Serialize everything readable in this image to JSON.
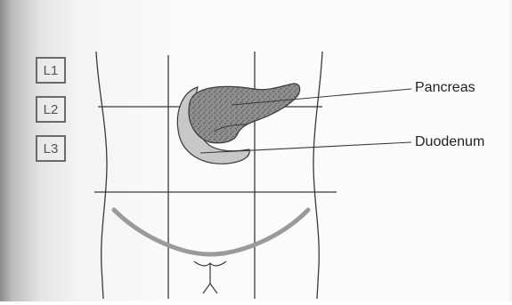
{
  "vertebrae": [
    {
      "label": "L1"
    },
    {
      "label": "L2"
    },
    {
      "label": "L3"
    }
  ],
  "labels": {
    "pancreas": "Pancreas",
    "duodenum": "Duodenum"
  },
  "colors": {
    "outline": "#3a3a3a",
    "pancreas_fill": "#8c8c8c",
    "duodenum_fill": "#c8c8c8",
    "pelvic_arc": "#9a9a9a"
  }
}
